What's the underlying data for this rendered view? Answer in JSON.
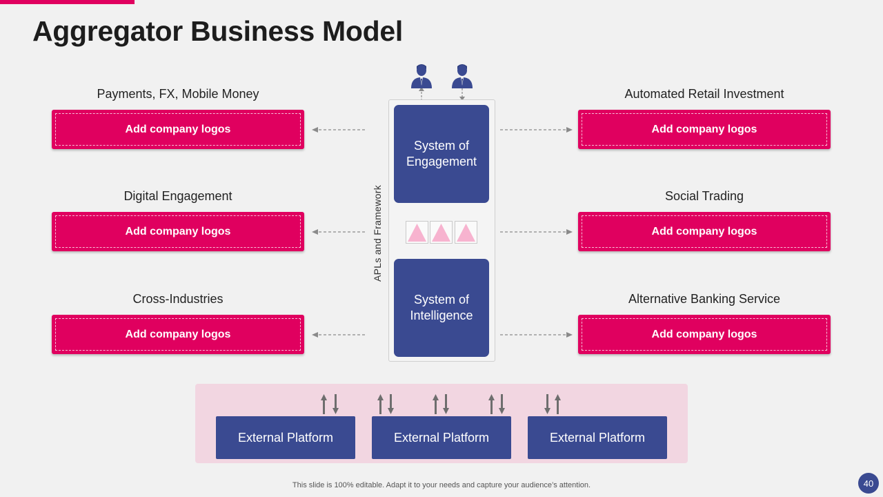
{
  "title": "Aggregator Business Model",
  "left_groups": [
    {
      "label": "Payments, FX, Mobile Money",
      "box": "Add company logos"
    },
    {
      "label": "Digital Engagement",
      "box": "Add company logos"
    },
    {
      "label": "Cross-Industries",
      "box": "Add company logos"
    }
  ],
  "right_groups": [
    {
      "label": "Automated Retail Investment",
      "box": "Add company logos"
    },
    {
      "label": "Social Trading",
      "box": "Add company logos"
    },
    {
      "label": "Alternative Banking Service",
      "box": "Add company logos"
    }
  ],
  "center": {
    "framework_label": "APLs and Framework",
    "engagement": "System of Engagement",
    "intelligence": "System of Intelligence"
  },
  "platforms": [
    "External Platform",
    "External Platform",
    "External Platform"
  ],
  "footer": "This slide is 100% editable. Adapt it to your needs and capture your audience’s attention.",
  "page_number": "40",
  "colors": {
    "accent": "#e0005f",
    "primary": "#3a4a91",
    "platform_bg": "#f2d6e1",
    "triangle": "#f7b3cf"
  },
  "icons": [
    "user-icon",
    "user-icon"
  ]
}
